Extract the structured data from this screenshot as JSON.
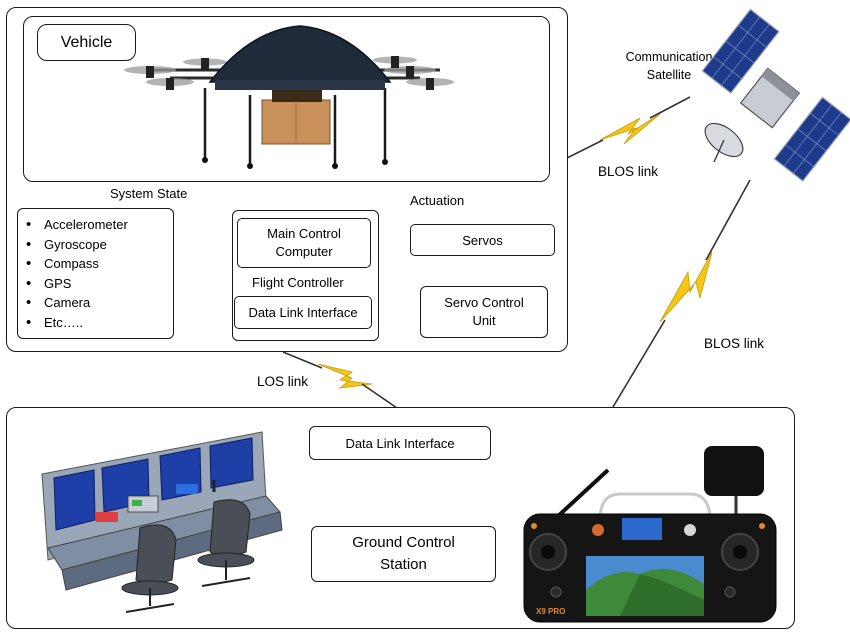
{
  "vehicle": {
    "title": "Vehicle",
    "system_state_label": "System State",
    "actuation_label": "Actuation",
    "sensors": [
      "Accelerometer",
      "Gyroscope",
      "Compass",
      "GPS",
      "Camera",
      "Etc….."
    ],
    "main_control_computer": "Main Control Computer",
    "flight_controller": "Flight Controller",
    "data_link_interface": "Data Link Interface",
    "servos": "Servos",
    "servo_control_unit": "Servo Control Unit"
  },
  "satellite": {
    "label": "Communication Satellite"
  },
  "links": {
    "blos_upper": "BLOS link",
    "blos_lower": "BLOS link",
    "los": "LOS link"
  },
  "ground": {
    "data_link_interface": "Data Link Interface",
    "ground_control_station": "Ground Control Station",
    "remote_brand": "X9 PRO"
  },
  "colors": {
    "arrow_green": "#4cd137",
    "lightning_yellow": "#f5c518",
    "border": "#1a1a1a"
  }
}
